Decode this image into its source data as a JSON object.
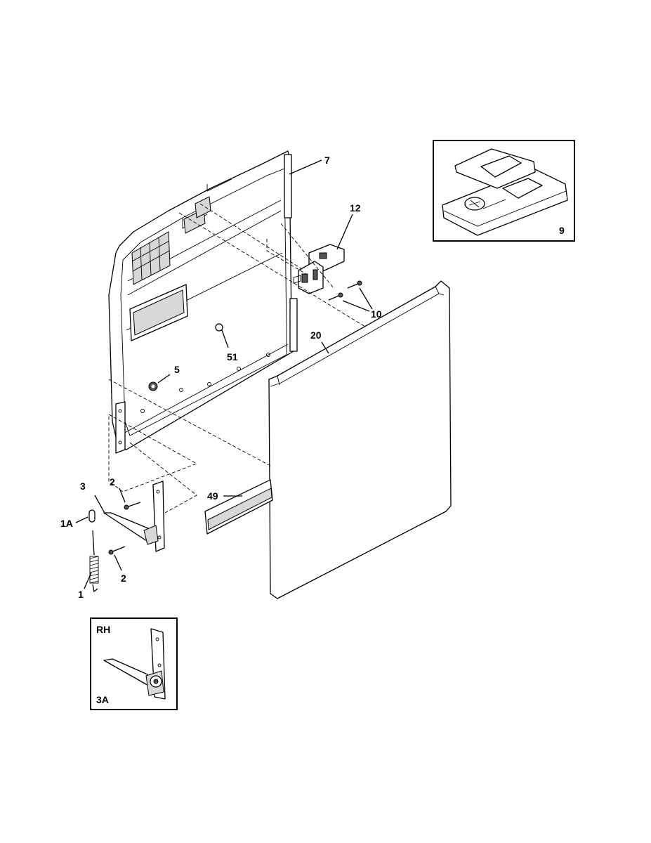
{
  "callouts": {
    "c7": "7",
    "c12": "12",
    "c10": "10",
    "c20": "20",
    "c51": "51",
    "c5": "5",
    "c49": "49",
    "c3": "3",
    "c2a": "2",
    "c2b": "2",
    "c1A": "1A",
    "c1": "1",
    "c9": "9"
  },
  "inset_rh": {
    "title": "RH",
    "part": "3A"
  }
}
